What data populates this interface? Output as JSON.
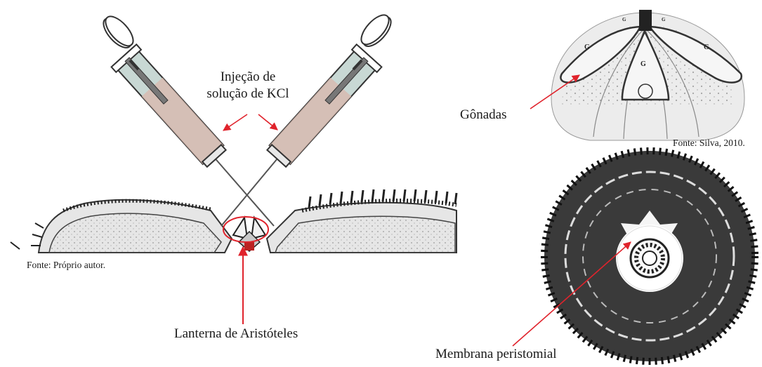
{
  "injection_label": [
    "Injeção de",
    "solução de KCl"
  ],
  "gonads_label": "Gônadas",
  "gonad_marker": "G",
  "source_left": "Fonte: Próprio autor.",
  "source_right": "Fonte: Silva, 2010.",
  "lantern_label": "Lanterna de Aristóteles",
  "membrane_label": "Membrana peristomial",
  "colors": {
    "arrow": "#e0232c",
    "ink": "#1a1a1a",
    "glass": "#c8d8d4",
    "plunger_fill": "#d8b9ae"
  },
  "icons": [
    "syringe-left",
    "syringe-right",
    "sea-urchin-section",
    "urchin-gonads-drawing",
    "urchin-oral-view"
  ]
}
